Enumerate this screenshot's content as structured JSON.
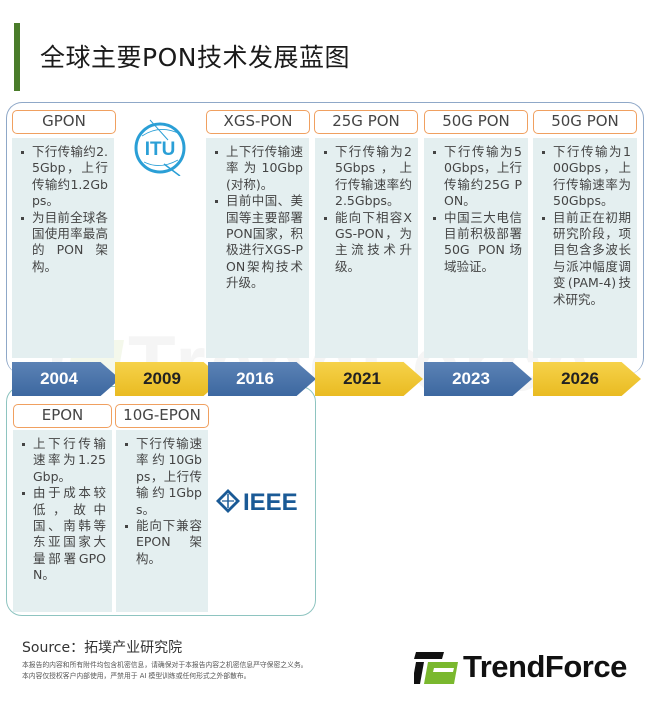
{
  "header": {
    "title": "全球主要PON技术发展蓝图",
    "accent_color": "#4a7c2a"
  },
  "watermark": {
    "text": "TrendForce"
  },
  "top_row": {
    "org_logo": "ITU",
    "columns": [
      {
        "label": "GPON",
        "bullets": [
          "下行传输约2.5Gbp，上行传输约1.2Gbps。",
          "为目前全球各国使用率最高的PON架构。"
        ]
      },
      {
        "label": "XGS-PON",
        "bullets": [
          "上下行传输速率为10Gbp(对称)。",
          "目前中国、美国等主要部署PON国家，积极进行XGS-PON架构技术升级。"
        ]
      },
      {
        "label": "25G PON",
        "bullets": [
          "下行传输为25Gbps，上行传输速率约2.5Gbps。",
          "能向下相容XGS-PON，为主流技术升级。"
        ]
      },
      {
        "label": "50G PON",
        "bullets": [
          "下行传输为50Gbps，上行传输约25G PON。",
          "中国三大电信目前积极部署50G PON场域验证。"
        ]
      },
      {
        "label": "50G PON",
        "bullets": [
          "下行传输为100Gbps，上行传输速率为50Gbps。",
          "目前正在初期研究阶段，项目包含多波长与派冲幅度调变(PAM-4)技术研究。"
        ]
      }
    ]
  },
  "timeline": {
    "years": [
      {
        "label": "2004",
        "color": "blue"
      },
      {
        "label": "2009",
        "color": "yellow"
      },
      {
        "label": "2016",
        "color": "blue"
      },
      {
        "label": "2021",
        "color": "yellow"
      },
      {
        "label": "2023",
        "color": "blue"
      },
      {
        "label": "2026",
        "color": "yellow"
      }
    ],
    "colors": {
      "blue": "#4a74aa",
      "yellow": "#f0c836"
    }
  },
  "bottom_row": {
    "org_logo": "IEEE",
    "columns": [
      {
        "label": "EPON",
        "bullets": [
          "上下行传输速率为1.25Gbp。",
          "由于成本较低，故中国、南韩等东亚国家大量部署GPON。"
        ]
      },
      {
        "label": "10G-EPON",
        "bullets": [
          "下行传输速率约10Gbps，上行传输约1Gbps。",
          "能向下兼容EPON架构。"
        ]
      }
    ]
  },
  "footer": {
    "source": "Source：拓墣产业研究院",
    "disclaimer_lines": [
      "本报告的内容和所有附件均包含机密信息，请确保对于本报告内容之机密信息严守保密之义务。",
      "本内容仅授权客户内部使用，严禁用于 AI 模型训练或任何形式之外部散布。"
    ],
    "brand": "TrendForce",
    "brand_color": "#7ab82e"
  }
}
